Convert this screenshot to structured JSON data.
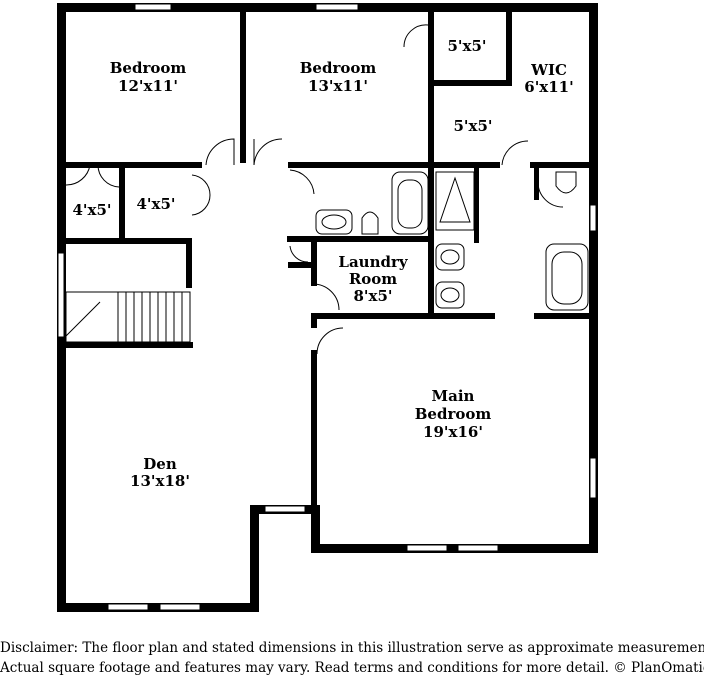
{
  "rooms": [
    {
      "id": "bedroom-1",
      "name": "Bedroom",
      "dims": "12'x11'"
    },
    {
      "id": "bedroom-2",
      "name": "Bedroom",
      "dims": "13'x11'"
    },
    {
      "id": "closet-top",
      "name": "",
      "dims": "5'x5'"
    },
    {
      "id": "wic",
      "name": "WIC",
      "dims": "6'x11'"
    },
    {
      "id": "closet-mid",
      "name": "",
      "dims": "5'x5'"
    },
    {
      "id": "closet-left-a",
      "name": "",
      "dims": "4'x5'"
    },
    {
      "id": "closet-left-b",
      "name": "",
      "dims": "4'x5'"
    },
    {
      "id": "laundry",
      "name": "Laundry Room",
      "dims": "8'x5'"
    },
    {
      "id": "main-bedroom",
      "name": "Main Bedroom",
      "dims": "19'x16'"
    },
    {
      "id": "den",
      "name": "Den",
      "dims": "13'x18'"
    }
  ],
  "disclaimer": {
    "line1": "Disclaimer: The floor plan and stated dimensions in this illustration serve as approximate measurements.",
    "line2": "Actual square footage and features may vary. Read terms and conditions for more detail. © PlanOmatic"
  }
}
